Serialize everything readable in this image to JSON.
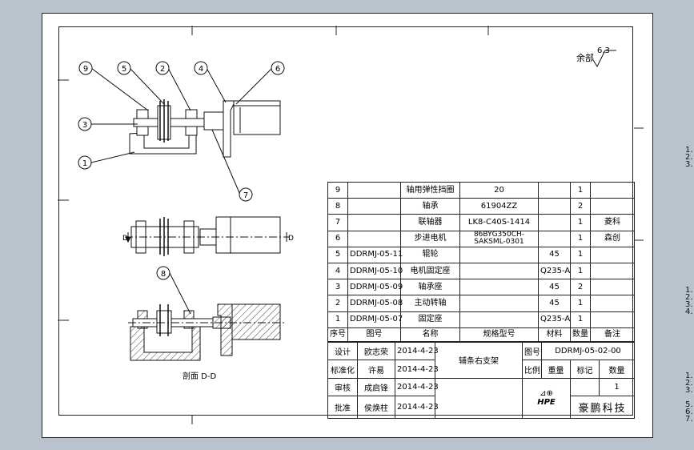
{
  "roughness": {
    "prefix": "余部",
    "value": "6.3"
  },
  "balloons": [
    "9",
    "5",
    "2",
    "4",
    "6",
    "3",
    "1",
    "7",
    "8"
  ],
  "section_label": "剖面 D-D",
  "view_marks": {
    "left": "D",
    "right": "D"
  },
  "bom": {
    "rows": [
      {
        "seq": "9",
        "code": "",
        "name": "轴用弹性挡圈",
        "spec": "20",
        "mat": "",
        "qty": "1",
        "note": ""
      },
      {
        "seq": "8",
        "code": "",
        "name": "轴承",
        "spec": "61904ZZ",
        "mat": "",
        "qty": "2",
        "note": ""
      },
      {
        "seq": "7",
        "code": "",
        "name": "联轴器",
        "spec": "LK8-C40S-1414",
        "mat": "",
        "qty": "1",
        "note": "菱科"
      },
      {
        "seq": "6",
        "code": "",
        "name": "步进电机",
        "spec": "86BYG350CH-SAKSML-0301",
        "mat": "",
        "qty": "1",
        "note": "森创"
      },
      {
        "seq": "5",
        "code": "DDRMJ-05-11",
        "name": "辊轮",
        "spec": "",
        "mat": "45",
        "qty": "1",
        "note": ""
      },
      {
        "seq": "4",
        "code": "DDRMJ-05-10",
        "name": "电机固定座",
        "spec": "",
        "mat": "Q235-A",
        "qty": "1",
        "note": ""
      },
      {
        "seq": "3",
        "code": "DDRMJ-05-09",
        "name": "轴承座",
        "spec": "",
        "mat": "45",
        "qty": "2",
        "note": ""
      },
      {
        "seq": "2",
        "code": "DDRMJ-05-08",
        "name": "主动转轴",
        "spec": "",
        "mat": "45",
        "qty": "1",
        "note": ""
      },
      {
        "seq": "1",
        "code": "DDRMJ-05-07",
        "name": "固定座",
        "spec": "",
        "mat": "Q235-A",
        "qty": "1",
        "note": ""
      }
    ],
    "headers": {
      "seq": "序号",
      "code": "图号",
      "name": "名称",
      "spec": "规格型号",
      "mat": "材料",
      "qty": "数量",
      "note": "备注"
    }
  },
  "title_block": {
    "design_label": "设计",
    "designer": "欧志荣",
    "design_date": "2014-4-23",
    "std_label": "标准化",
    "std_person": "许易",
    "std_date": "2014-4-23",
    "review_label": "审核",
    "reviewer": "成启锋",
    "review_date": "2014-4-23",
    "approve_label": "批准",
    "approver": "侯焕柱",
    "approve_date": "2014-4-23",
    "part_name": "辅条右支架",
    "drawing_no_label": "图号",
    "drawing_no": "DDRMJ-05-02-00",
    "scale_label": "比例",
    "weight_label": "重量",
    "mark_label": "标记",
    "qty_label": "数量",
    "qty_value": "1",
    "logo_text": "HPE",
    "company": "豪鹏科技"
  },
  "right_edge_marks": [
    "1.",
    "2.",
    "3.",
    "1.",
    "2.",
    "3.",
    "4.",
    "1.",
    "2.",
    "3.",
    "5.",
    "6.",
    "7."
  ]
}
